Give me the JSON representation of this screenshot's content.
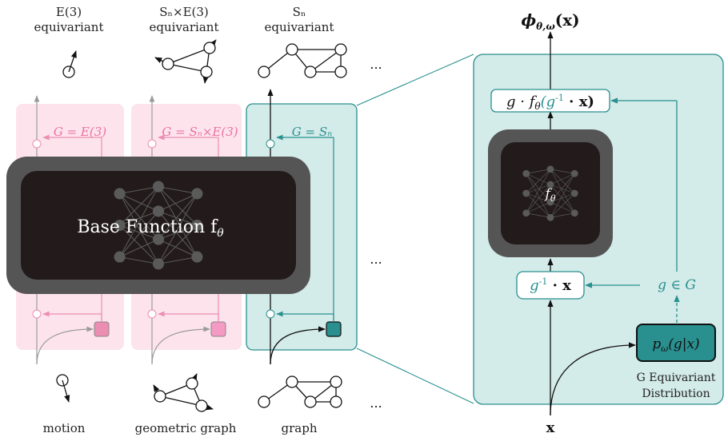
{
  "colors": {
    "pink": "#e879a6",
    "pink_bg": "#fde4ec",
    "teal": "#2a8f8f",
    "teal_bg": "#d3ebe9",
    "dark": "#231b1b",
    "gray": "#8a8a8a"
  },
  "columns": [
    {
      "top_label_1": "E(3)",
      "top_label_2": "equivariant",
      "group_label": "G = E(3)",
      "bottom_label": "motion"
    },
    {
      "top_label_1": "Sₙ×E(3)",
      "top_label_2": "equivariant",
      "group_label": "G = Sₙ×E(3)",
      "bottom_label": "geometric graph"
    },
    {
      "top_label_1": "Sₙ",
      "top_label_2": "equivariant",
      "group_label": "G = Sₙ",
      "bottom_label": "graph"
    }
  ],
  "ellipsis": "...",
  "base_function_label": "Base Function f",
  "base_function_sub": "θ",
  "detail": {
    "output_label": "ϕ",
    "output_sub": "θ,ω",
    "output_arg": "(x)",
    "top_box": "g · f",
    "top_box_theta": "θ",
    "top_box_arg": "(g",
    "top_box_inv": "-1",
    "top_box_tail": " · x)",
    "net_label": "f",
    "net_sub": "θ",
    "inv_box_g": "g",
    "inv_box_inv": "-1",
    "inv_box_tail": " · x",
    "g_in_G": "g ∈ G",
    "dist_box_p": "p",
    "dist_box_sub": "ω",
    "dist_box_arg": "(g|x)",
    "dist_caption_1": "G Equivariant",
    "dist_caption_2": "Distribution",
    "input_label": "x"
  }
}
